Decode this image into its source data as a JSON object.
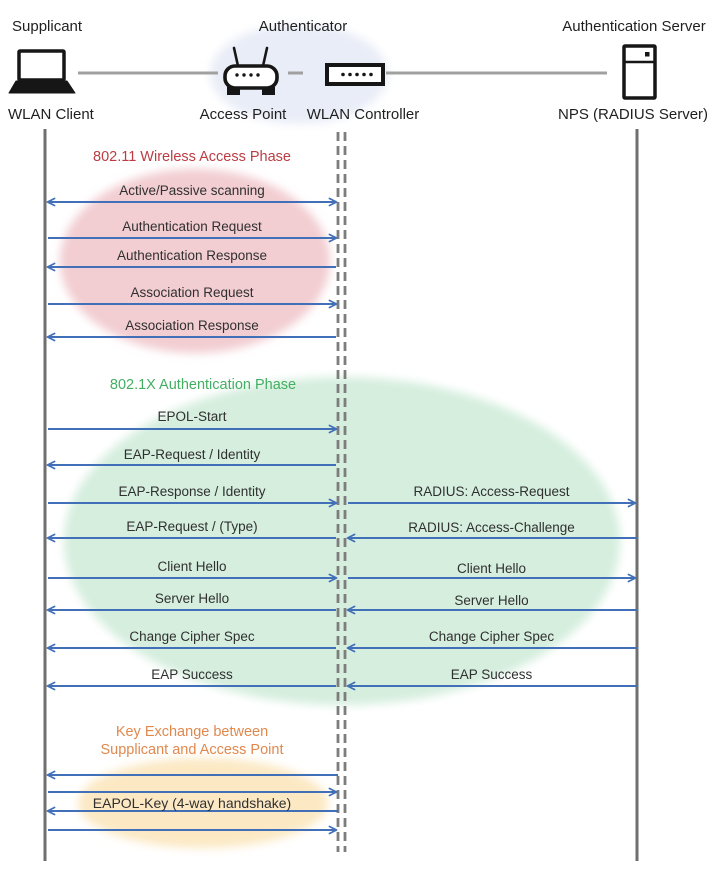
{
  "actors": {
    "supplicant": {
      "role": "Supplicant",
      "device": "WLAN Client"
    },
    "authenticator": {
      "role": "Authenticator",
      "access_point": "Access Point",
      "controller": "WLAN Controller"
    },
    "auth_server": {
      "role": "Authentication Server",
      "device": "NPS (RADIUS Server)"
    }
  },
  "phases": {
    "phase1": {
      "title": "802.11 Wireless Access Phase"
    },
    "phase2": {
      "title": "802.1X Authentication Phase"
    },
    "phase3": {
      "title_line1": "Key Exchange between",
      "title_line2": "Supplicant and Access Point"
    }
  },
  "messages": {
    "scanning": "Active/Passive scanning",
    "auth_request": "Authentication Request",
    "auth_response": "Authentication Response",
    "assoc_request": "Association Request",
    "assoc_response": "Association Response",
    "epol_start": "EPOL-Start",
    "eap_request_identity": "EAP-Request / Identity",
    "eap_response_identity": "EAP-Response / Identity",
    "radius_access_request": "RADIUS: Access-Request",
    "eap_request_type": "EAP-Request / (Type)",
    "radius_access_challenge": "RADIUS: Access-Challenge",
    "client_hello_left": "Client Hello",
    "client_hello_right": "Client Hello",
    "server_hello_left": "Server Hello",
    "server_hello_right": "Server Hello",
    "change_cipher_left": "Change Cipher Spec",
    "change_cipher_right": "Change Cipher Spec",
    "eap_success_left": "EAP Success",
    "eap_success_right": "EAP Success",
    "eapol_key": "EAPOL-Key (4-way handshake)"
  },
  "colors": {
    "arrow": "#4270b8",
    "lifeline": "#6f6f6f",
    "phase1_fill": "#f2cdd1",
    "phase1_title": "#bc3c43",
    "phase2_fill": "#d5eede",
    "phase2_title": "#43af63",
    "phase3_fill": "#fce9c4",
    "phase3_title": "#e0894f",
    "authenticator_fill": "#e9edf7"
  }
}
